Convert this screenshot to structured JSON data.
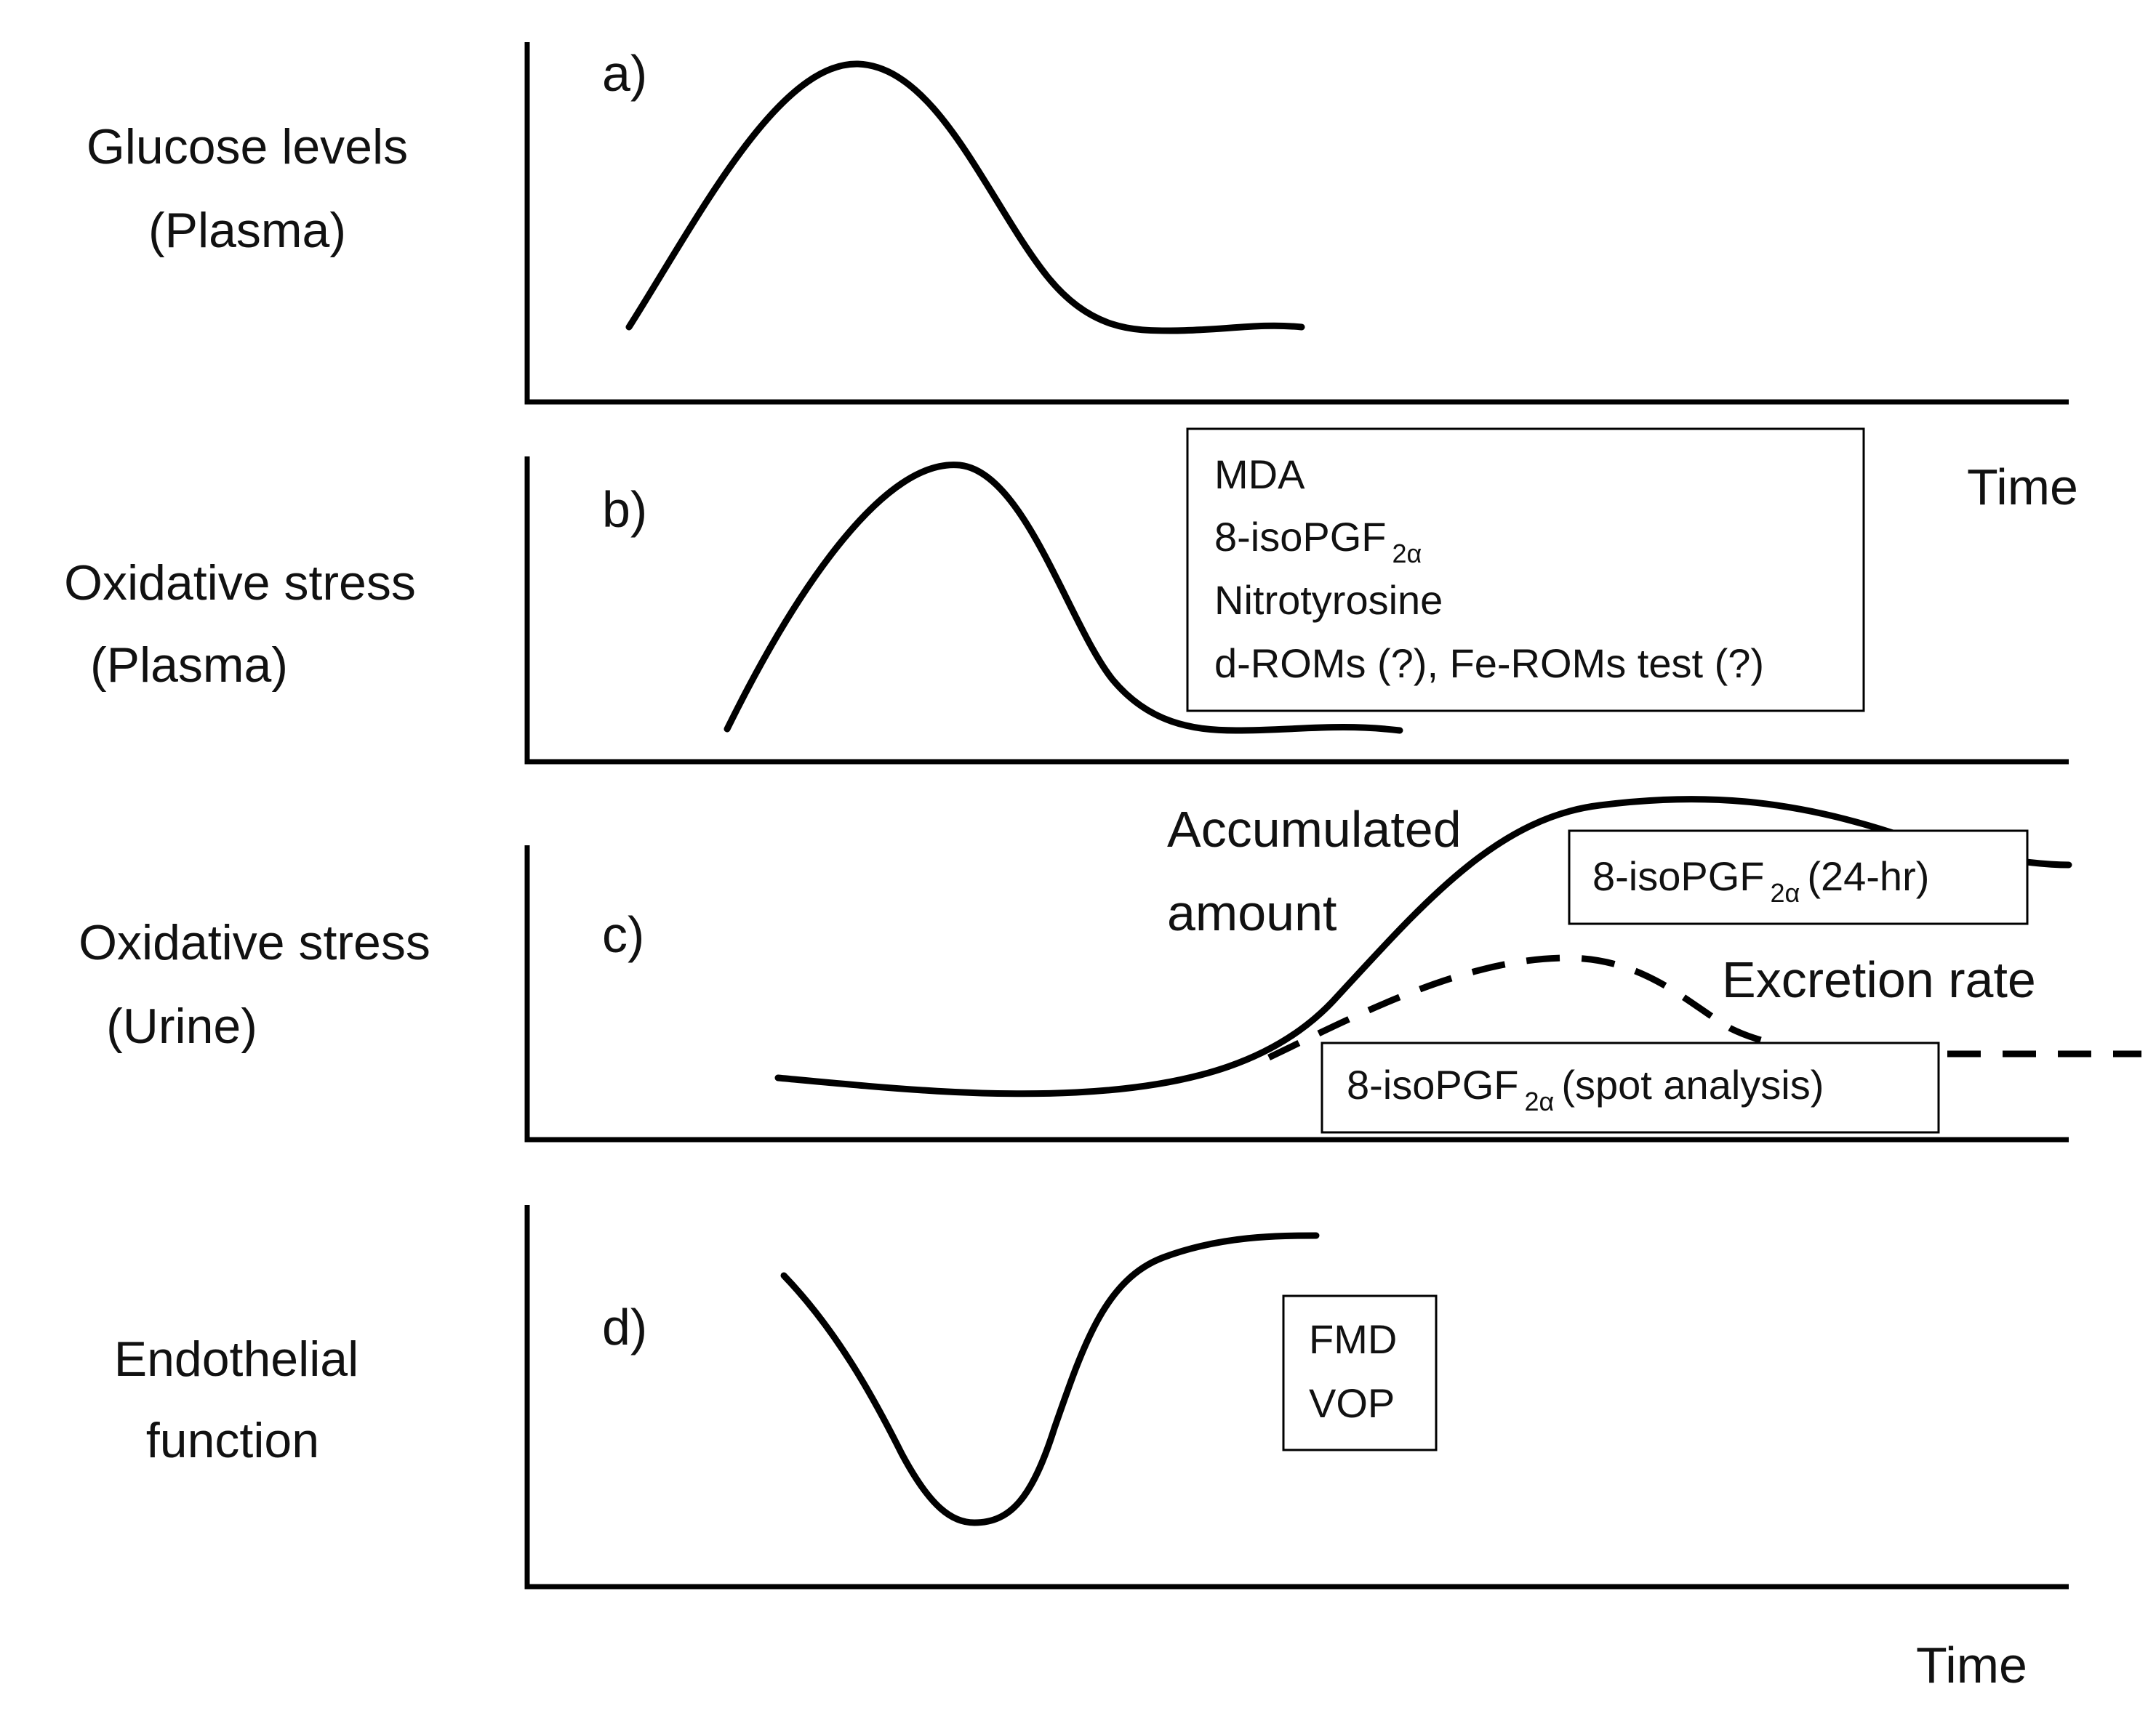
{
  "panels": {
    "a": {
      "tag": "a)",
      "ylabel_line1": "Glucose levels",
      "ylabel_line2": "(Plasma)"
    },
    "b": {
      "tag": "b)",
      "ylabel_line1": "Oxidative stress",
      "ylabel_line2": "(Plasma)",
      "box_lines": {
        "line1": "MDA",
        "line2_main": "8-isoPGF",
        "line2_sub": "2α",
        "line3": "Nitrotyrosine",
        "line4": "d-ROMs (?), Fe-ROMs test (?)"
      }
    },
    "c": {
      "tag": "c)",
      "ylabel_line1": "Oxidative stress",
      "ylabel_line2": "(Urine)",
      "accumulated_line1": "Accumulated",
      "accumulated_line2": "amount",
      "excretion_label": "Excretion rate",
      "box_24hr": {
        "main": "8-isoPGF",
        "sub": "2α",
        "suffix": "(24-hr)"
      },
      "box_spot": {
        "main": "8-isoPGF",
        "sub": "2α",
        "suffix": "(spot analysis)"
      }
    },
    "d": {
      "tag": "d)",
      "ylabel_line1": "Endothelial",
      "ylabel_line2": "function",
      "box_lines": {
        "line1": "FMD",
        "line2": "VOP"
      }
    }
  },
  "time_label_top": "Time",
  "time_label_bottom": "Time"
}
